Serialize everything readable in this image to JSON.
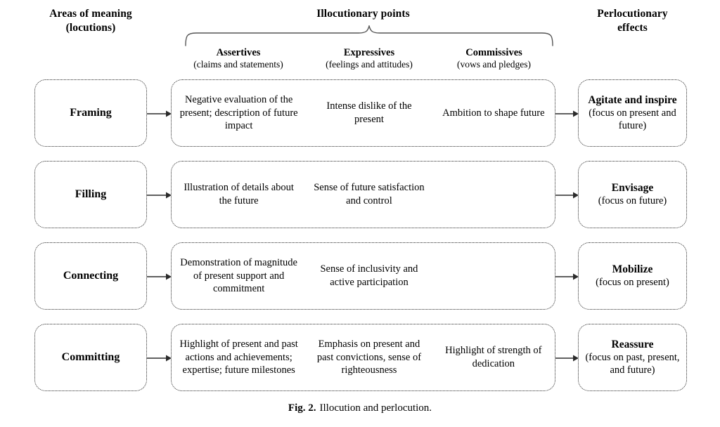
{
  "figure": {
    "caption_number": "Fig. 2.",
    "caption_text": "Illocution and perlocution.",
    "line_color": "#2b2b2b",
    "text_color": "#000000",
    "background": "#ffffff"
  },
  "columns": {
    "locutions_header": "Areas of meaning\n(locutions)",
    "locutions_header_line1": "Areas of meaning",
    "locutions_header_line2": "(locutions)",
    "illocutionary_header": "Illocutionary points",
    "perlocutionary_header_line1": "Perlocutionary",
    "perlocutionary_header_line2": "effects"
  },
  "subheads": [
    {
      "title": "Assertives",
      "subtitle": "(claims and statements)"
    },
    {
      "title": "Expressives",
      "subtitle": "(feelings and attitudes)"
    },
    {
      "title": "Commissives",
      "subtitle": "(vows and pledges)"
    }
  ],
  "rows": [
    {
      "locution": "Framing",
      "assertives": "Negative evaluation of the present; description of future impact",
      "expressives": "Intense dislike of the present",
      "commissives": "Ambition to shape future",
      "effect_title": "Agitate and inspire",
      "effect_sub": "(focus on present and future)"
    },
    {
      "locution": "Filling",
      "assertives": "Illustration of details about the future",
      "expressives": "Sense of future satisfaction and control",
      "commissives": "",
      "effect_title": "Envisage",
      "effect_sub": "(focus on future)"
    },
    {
      "locution": "Connecting",
      "assertives": "Demonstration of magnitude of present support and commitment",
      "expressives": "Sense of inclusivity and active participation",
      "commissives": "",
      "effect_title": "Mobilize",
      "effect_sub": "(focus on present)"
    },
    {
      "locution": "Committing",
      "assertives": "Highlight of present and past actions and achievements; expertise; future milestones",
      "expressives": "Emphasis on present and past convictions, sense of righteousness",
      "commissives": "Highlight of strength of dedication",
      "effect_title": "Reassure",
      "effect_sub": "(focus on past, present, and future)"
    }
  ]
}
